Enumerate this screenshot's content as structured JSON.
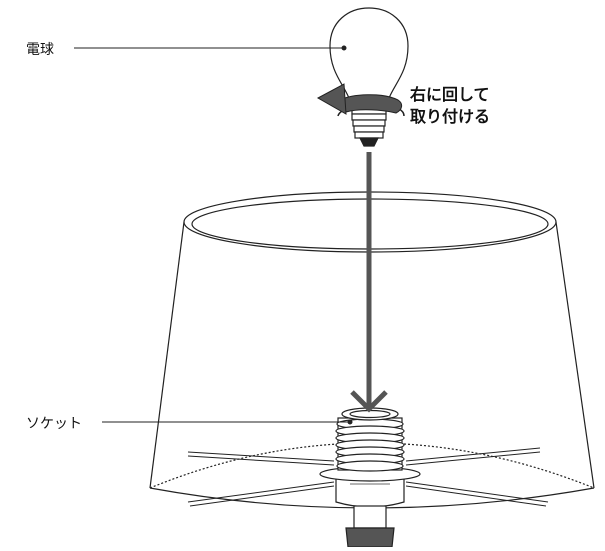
{
  "labels": {
    "bulb": "電球",
    "socket": "ソケット"
  },
  "instruction": {
    "line1": "右に回して",
    "line2": "取り付ける"
  },
  "colors": {
    "line": "#222222",
    "arrow": "#555555",
    "socket_dark": "#444444"
  }
}
